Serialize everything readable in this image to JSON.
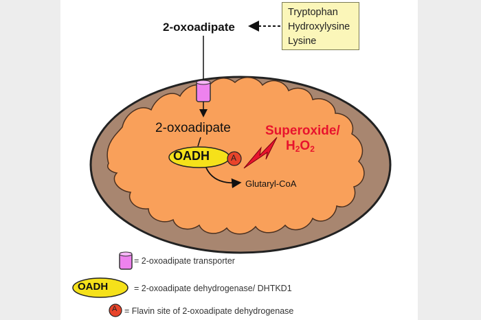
{
  "source_box": {
    "items": [
      "Tryptophan",
      "Hydroxylysine",
      "Lysine"
    ]
  },
  "labels": {
    "outside_substrate": "2-oxoadipate",
    "inside_substrate": "2-oxoadipate",
    "product": "Glutaryl-CoA",
    "ros_line1": "Superoxide/",
    "ros_h": "H",
    "ros_sub2a": "2",
    "ros_o": "O",
    "ros_sub2b": "2",
    "enzyme": "OADH",
    "flavin_symbol": "A"
  },
  "legend": {
    "transporter": "= 2-oxoadipate transporter",
    "enzyme_abbr": "OADH",
    "enzyme": "= 2-oxoadipate dehydrogenase/ DHTKD1",
    "flavin": "= Flavin site of 2-oxoadipate dehydrogenase"
  },
  "colors": {
    "outer_membrane": "#a88670",
    "matrix": "#f9a05a",
    "transporter": "#ee82ee",
    "enzyme": "#f5e11a",
    "flavin": "#e8442a",
    "ros": "#e8132d",
    "source_box": "#fbf6b9"
  }
}
